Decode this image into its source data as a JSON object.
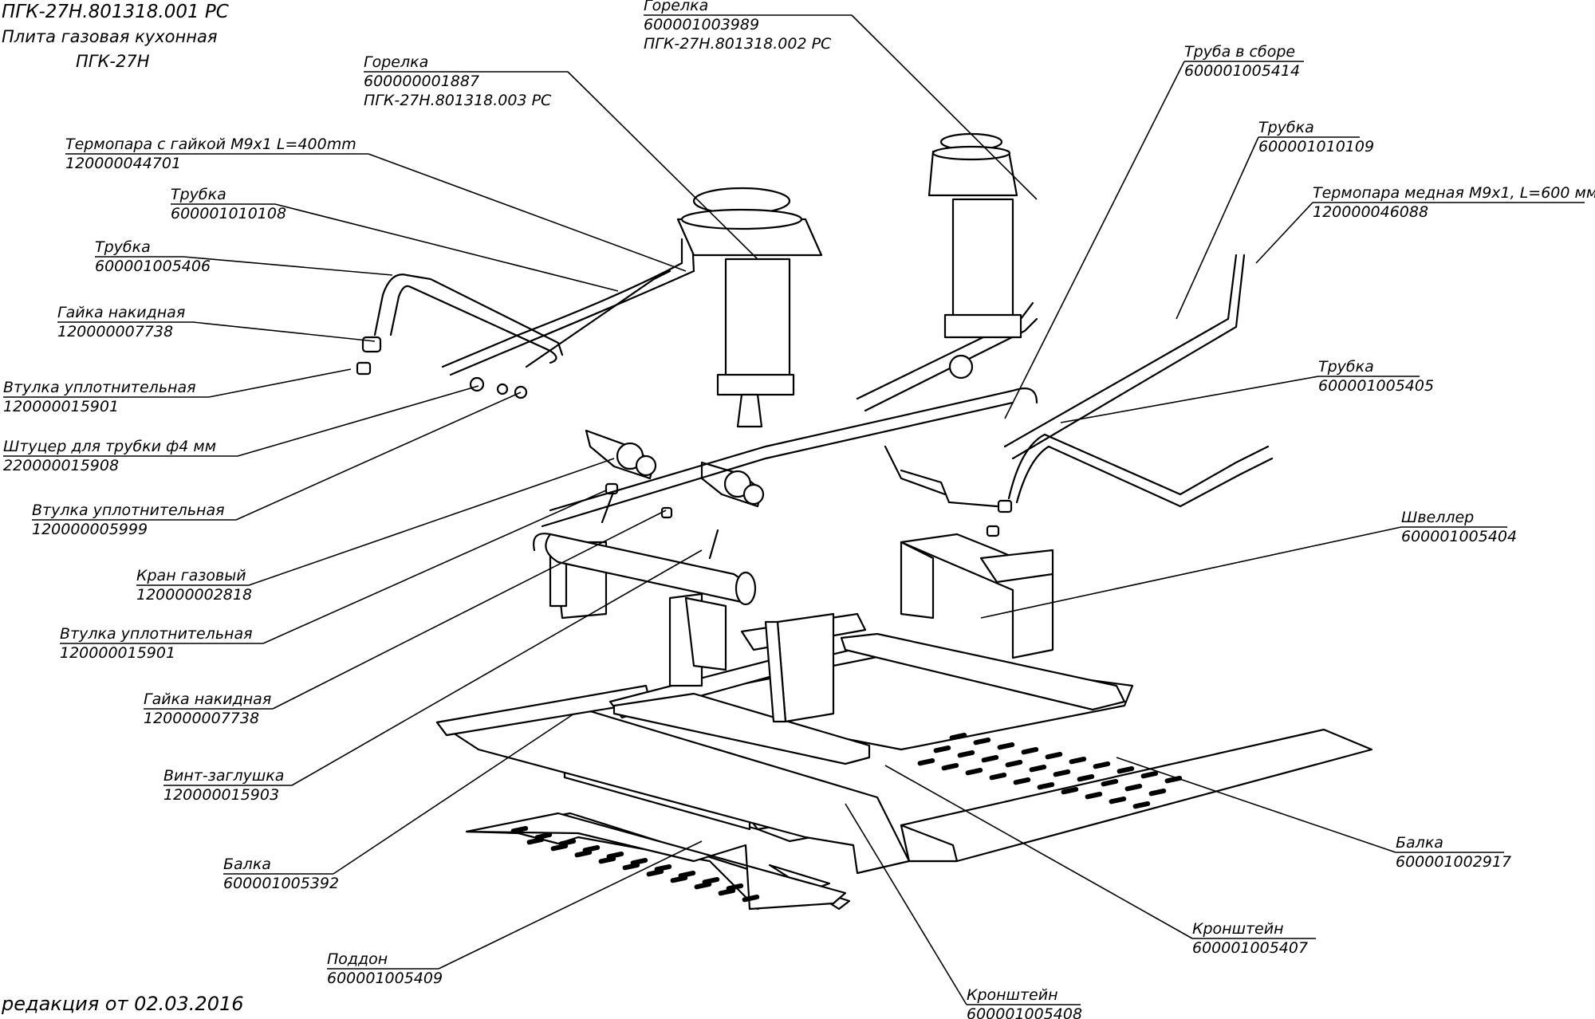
{
  "header": {
    "doc_code": "ПГК-27Н.801318.001 РС",
    "title": "Плита газовая кухонная",
    "model": "ПГК-27Н"
  },
  "footer": {
    "revision": "редакция от 02.03.2016"
  },
  "callouts": [
    {
      "name": "Горелка",
      "codes": [
        "600001003989",
        "ПГК-27Н.801318.002 РС"
      ]
    },
    {
      "name": "Горелка",
      "codes": [
        "600000001887",
        "ПГК-27Н.801318.003 РС"
      ]
    },
    {
      "name": "Труба в сборе",
      "codes": [
        "600001005414"
      ]
    },
    {
      "name": "Трубка",
      "codes": [
        "600001010109"
      ]
    },
    {
      "name": "Термопара медная М9х1, L=600 мм",
      "codes": [
        "120000046088"
      ]
    },
    {
      "name": "Термопара с гайкой М9х1 L=400mm",
      "codes": [
        "120000044701"
      ]
    },
    {
      "name": "Трубка",
      "codes": [
        "600001010108"
      ]
    },
    {
      "name": "Трубка",
      "codes": [
        "600001005406"
      ]
    },
    {
      "name": "Гайка накидная",
      "codes": [
        "120000007738"
      ]
    },
    {
      "name": "Втулка уплотнительная",
      "codes": [
        "120000015901"
      ]
    },
    {
      "name": "Штуцер для трубки ф4 мм",
      "codes": [
        "220000015908"
      ]
    },
    {
      "name": "Трубка",
      "codes": [
        "600001005405"
      ]
    },
    {
      "name": "Втулка уплотнительная",
      "codes": [
        "120000005999"
      ]
    },
    {
      "name": "Швеллер",
      "codes": [
        "600001005404"
      ]
    },
    {
      "name": "Кран газовый",
      "codes": [
        "120000002818"
      ]
    },
    {
      "name": "Втулка уплотнительная",
      "codes": [
        "120000015901"
      ]
    },
    {
      "name": "Гайка накидная",
      "codes": [
        "120000007738"
      ]
    },
    {
      "name": "Винт-заглушка",
      "codes": [
        "120000015903"
      ]
    },
    {
      "name": "Балка",
      "codes": [
        "600001002917"
      ]
    },
    {
      "name": "Балка",
      "codes": [
        "600001005392"
      ]
    },
    {
      "name": "Кронштейн",
      "codes": [
        "600001005407"
      ]
    },
    {
      "name": "Поддон",
      "codes": [
        "600001005409"
      ]
    },
    {
      "name": "Кронштейн",
      "codes": [
        "600001005408"
      ]
    }
  ]
}
